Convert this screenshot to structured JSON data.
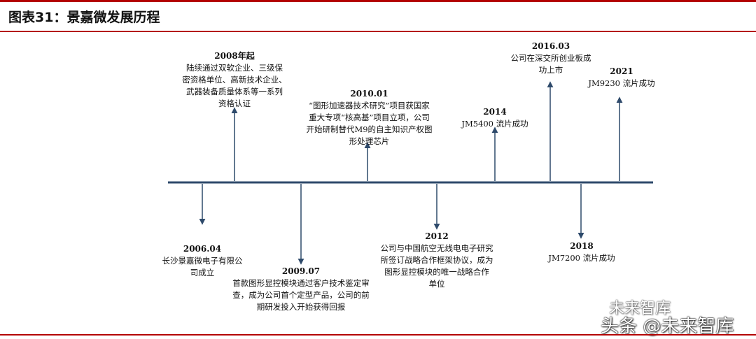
{
  "figure": {
    "title": "图表31：景嘉微发展历程",
    "watermark_top": "未来智库",
    "watermark_bottom": "头条 @未来智库"
  },
  "events": [
    {
      "id": "2006",
      "date": "2006.04",
      "desc": "长沙景嘉微电子有限公\n司成立",
      "side": "below"
    },
    {
      "id": "2008",
      "date": "2008年起",
      "desc": "陆续通过双软企业、三级保\n密资格单位、高新技术企业、\n武器装备质量体系等一系列\n资格认证",
      "side": "above"
    },
    {
      "id": "2009",
      "date": "2009.07",
      "desc": "首款图形显控模块通过客户技术鉴定审\n查，成为公司首个定型产品，公司的前\n期研发投入开始获得回报",
      "side": "below"
    },
    {
      "id": "2010",
      "date": "2010.01",
      "desc": "“图形加速器技术研究”项目获国家\n重大专项“核高基”项目立项，公司\n开始研制替代M9的自主知识产权图\n形处理芯片",
      "side": "above"
    },
    {
      "id": "2012",
      "date": "2012",
      "desc": "公司与中国航空无线电电子研究\n所签订战略合作框架协议，成为\n图形显控模块的唯一战略合作\n单位",
      "side": "below"
    },
    {
      "id": "2014",
      "date": "2014",
      "desc": "JM5400 流片成功",
      "side": "above"
    },
    {
      "id": "2016",
      "date": "2016.03",
      "desc": "公司在深交所创业板成\n功上市",
      "side": "above"
    },
    {
      "id": "2018",
      "date": "2018",
      "desc": "JM7200 流片成功",
      "side": "below"
    },
    {
      "id": "2021",
      "date": "2021",
      "desc": "JM9230 流片成功",
      "side": "above"
    }
  ],
  "colors": {
    "accent": "#b40000",
    "axis": "#2e4a6b"
  }
}
